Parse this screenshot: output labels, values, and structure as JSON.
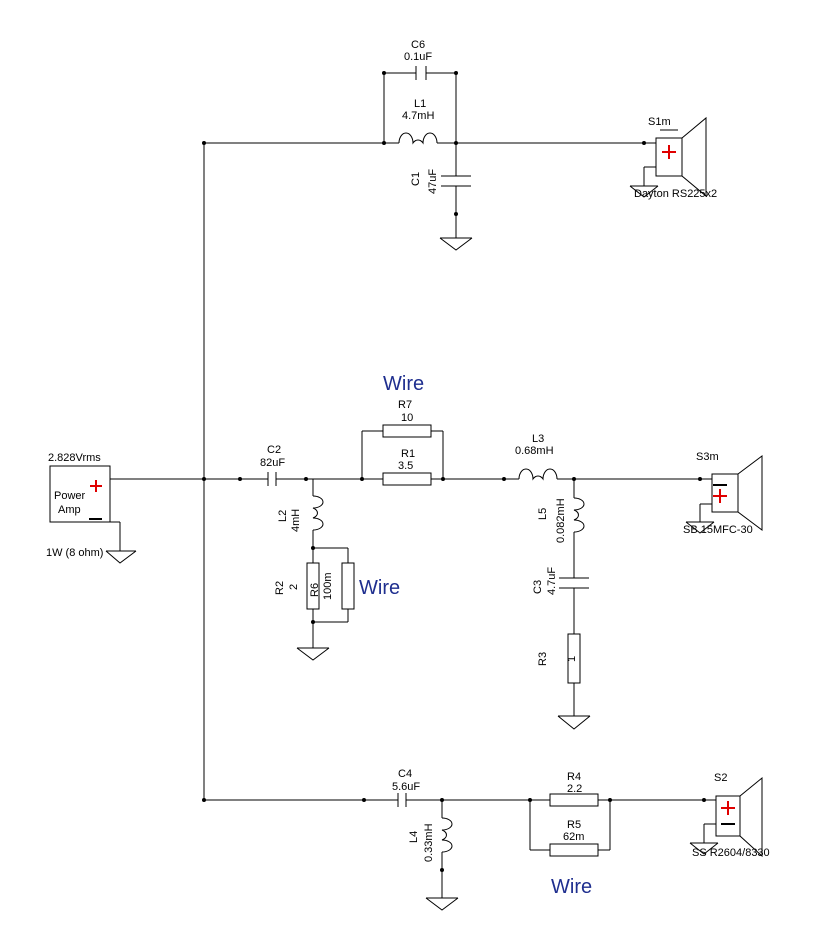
{
  "source": {
    "voltage": "2.828Vrms",
    "line1": "Power",
    "line2": "Amp",
    "power": "1W (8 ohm)"
  },
  "top_branch": {
    "C6": {
      "ref": "C6",
      "value": "0.1uF"
    },
    "L1": {
      "ref": "L1",
      "value": "4.7mH"
    },
    "C1": {
      "ref": "C1",
      "value": "47uF"
    },
    "S1m": {
      "ref": "S1m",
      "model": "Dayton RS225x2"
    }
  },
  "mid_branch": {
    "C2": {
      "ref": "C2",
      "value": "82uF"
    },
    "L2": {
      "ref": "L2",
      "value": "4mH"
    },
    "R2": {
      "ref": "R2",
      "value": "2"
    },
    "R6": {
      "ref": "R6",
      "value": "100m"
    },
    "R7": {
      "ref": "R7",
      "value": "10"
    },
    "R1": {
      "ref": "R1",
      "value": "3.5"
    },
    "L3": {
      "ref": "L3",
      "value": "0.68mH"
    },
    "L5": {
      "ref": "L5",
      "value": "0.082mH"
    },
    "C3": {
      "ref": "C3",
      "value": "4.7uF"
    },
    "R3": {
      "ref": "R3",
      "value": "1"
    },
    "S3m": {
      "ref": "S3m",
      "model": "SB 15MFC-30"
    }
  },
  "bottom_branch": {
    "C4": {
      "ref": "C4",
      "value": "5.6uF"
    },
    "L4": {
      "ref": "L4",
      "value": "0.33mH"
    },
    "R4": {
      "ref": "R4",
      "value": "2.2"
    },
    "R5": {
      "ref": "R5",
      "value": "62m"
    },
    "S2": {
      "ref": "S2",
      "model": "SS R2604/8330"
    }
  },
  "annotations": [
    "Wire",
    "Wire",
    "Wire"
  ],
  "colors": {
    "wire": "#000000",
    "annotation": "#1f2f8f",
    "polarity": "#e00000"
  }
}
